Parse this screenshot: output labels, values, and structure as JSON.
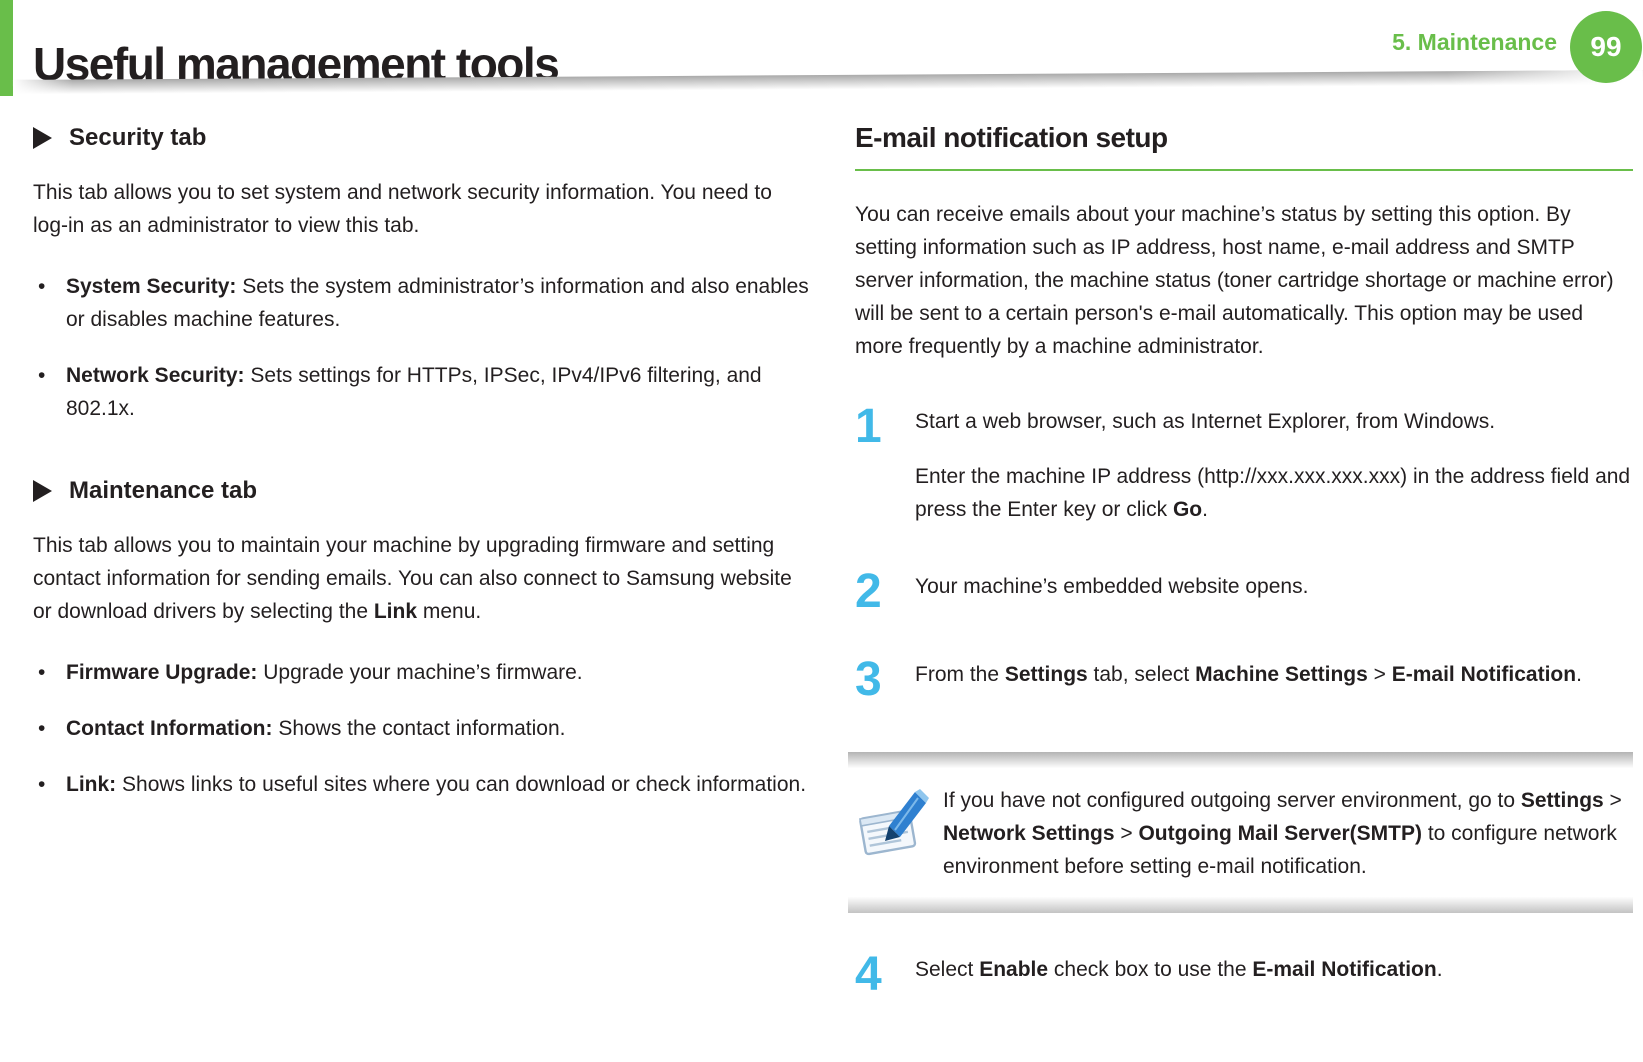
{
  "header": {
    "title": "Useful management tools",
    "chapter": "5.  Maintenance",
    "page_number": "99"
  },
  "colors": {
    "accent_green": "#69be4a",
    "step_blue": "#41b9e8",
    "text": "#231f20"
  },
  "left": {
    "security": {
      "heading": "Security tab",
      "intro": "This tab allows you to set system and network security information. You need to log-in as an administrator to view this tab.",
      "bullets": [
        [
          {
            "t": "System Security:",
            "b": true
          },
          {
            "t": " Sets the system administrator’s information and also enables or disables machine features."
          }
        ],
        [
          {
            "t": "Network Security:",
            "b": true
          },
          {
            "t": " Sets settings for HTTPs, IPSec, IPv4/IPv6 filtering, and 802.1x."
          }
        ]
      ]
    },
    "maintenance": {
      "heading": "Maintenance tab",
      "intro": [
        {
          "t": "This tab allows you to maintain your machine by upgrading firmware and setting contact information for sending emails. You can also connect to Samsung website or download drivers by selecting the "
        },
        {
          "t": "Link",
          "b": true
        },
        {
          "t": " menu."
        }
      ],
      "bullets": [
        [
          {
            "t": "Firmware Upgrade:",
            "b": true
          },
          {
            "t": " Upgrade your machine’s firmware."
          }
        ],
        [
          {
            "t": "Contact Information:",
            "b": true
          },
          {
            "t": " Shows the contact information."
          }
        ],
        [
          {
            "t": "Link:",
            "b": true
          },
          {
            "t": " Shows links to useful sites where you can download or check information."
          }
        ]
      ]
    }
  },
  "right": {
    "heading": "E-mail notification setup",
    "intro": "You can receive emails about your machine’s status by setting this option. By setting information such as IP address, host name, e-mail address and SMTP server information, the machine status (toner cartridge shortage or machine error) will be sent to a certain person's e-mail automatically. This option may be used more frequently by a machine administrator.",
    "steps": [
      {
        "number": "1",
        "paragraphs": [
          [
            {
              "t": "Start a web browser, such as Internet Explorer, from Windows."
            }
          ],
          [
            {
              "t": "Enter the machine IP address (http://xxx.xxx.xxx.xxx) in the address field and press the Enter key or click "
            },
            {
              "t": "Go",
              "b": true
            },
            {
              "t": "."
            }
          ]
        ]
      },
      {
        "number": "2",
        "paragraphs": [
          [
            {
              "t": "Your machine’s embedded website opens."
            }
          ]
        ]
      },
      {
        "number": "3",
        "paragraphs": [
          [
            {
              "t": "From the "
            },
            {
              "t": "Settings",
              "b": true
            },
            {
              "t": " tab, select "
            },
            {
              "t": "Machine Settings",
              "b": true
            },
            {
              "t": " > "
            },
            {
              "t": "E-mail Notification",
              "b": true
            },
            {
              "t": "."
            }
          ]
        ]
      },
      {
        "number": "4",
        "paragraphs": [
          [
            {
              "t": "Select "
            },
            {
              "t": "Enable",
              "b": true
            },
            {
              "t": " check box to use the "
            },
            {
              "t": "E-mail Notification",
              "b": true
            },
            {
              "t": "."
            }
          ]
        ]
      }
    ],
    "note": [
      {
        "t": "If you have not configured outgoing server environment, go to "
      },
      {
        "t": "Settings",
        "b": true
      },
      {
        "t": " > "
      },
      {
        "t": "Network Settings",
        "b": true
      },
      {
        "t": " > "
      },
      {
        "t": "Outgoing Mail Server(SMTP)",
        "b": true
      },
      {
        "t": " to configure network environment before setting e-mail notification."
      }
    ],
    "icons": {
      "note_icon": "notepad-pencil-icon"
    }
  }
}
